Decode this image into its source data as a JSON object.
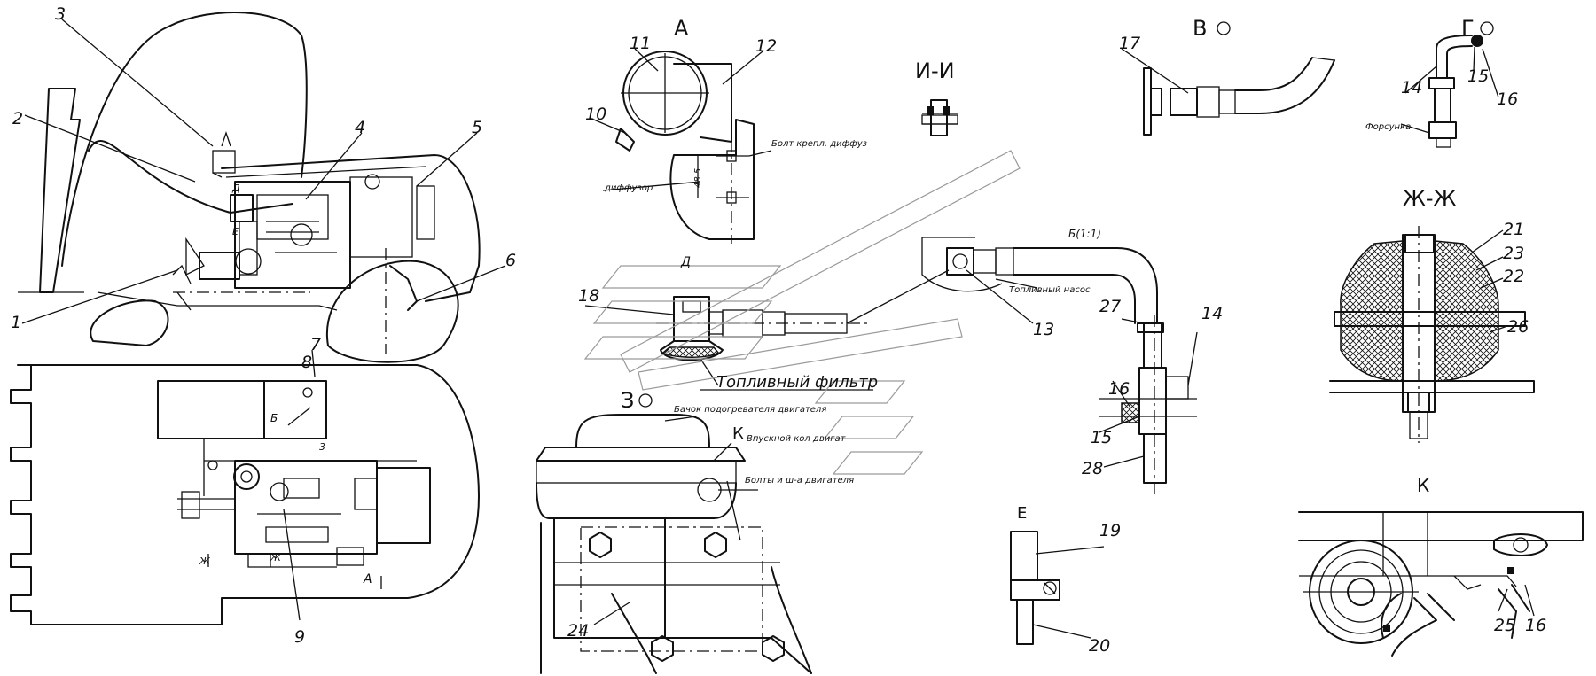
{
  "callouts": {
    "n1": "1",
    "n2": "2",
    "n3": "3",
    "n4": "4",
    "n5": "5",
    "n6": "6",
    "n7": "7",
    "n8": "8",
    "n9": "9",
    "n10": "10",
    "n11": "11",
    "n12": "12",
    "n13": "13",
    "n14a": "14",
    "n14b": "14",
    "n15a": "15",
    "n15b": "15",
    "n16a": "16",
    "n16b": "16",
    "n16c": "16",
    "n17": "17",
    "n18": "18",
    "n19": "19",
    "n20": "20",
    "n21": "21",
    "n22": "22",
    "n23": "23",
    "n24": "24",
    "n25": "25",
    "n26": "26",
    "n27": "27",
    "n28": "28"
  },
  "views": {
    "a": "А",
    "ii": "И-И",
    "v": "В",
    "g": "Г",
    "zhzh": "Ж-Ж",
    "d": "Д",
    "z": "З",
    "k_section": "К",
    "k_view": "К",
    "e": "Е",
    "b": "Б(1:1)"
  },
  "labels": {
    "diffuser": "диффузор",
    "diffuser_bolt": "Болт крепл. диффуз",
    "dim_485": "48.5",
    "fuel_filter": "Топливный фильтр",
    "fuel_pump": "Топливный насос",
    "injector": "Форсунка",
    "preheater_tank": "Бачок подогревателя двигателя",
    "engine_intake": "Впускной кол двигат",
    "engine_bolts": "Болты и ш-а двигателя"
  },
  "plan_marks": {
    "b": "Б",
    "a": "А",
    "zh": "Ж",
    "d": "Д",
    "e": "Е",
    "three": "3",
    "zh2": "Ж"
  }
}
